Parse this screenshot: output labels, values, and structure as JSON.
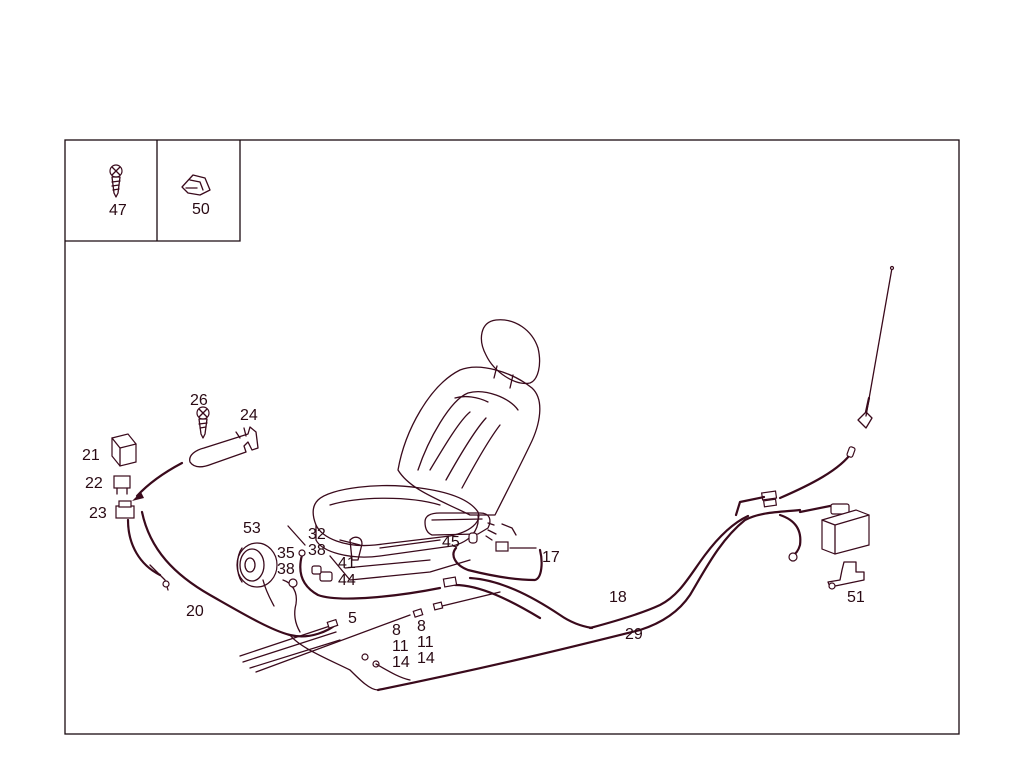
{
  "labels": {
    "p47": "47",
    "p50": "50",
    "p26": "26",
    "p24": "24",
    "p21": "21",
    "p22": "22",
    "p23": "23",
    "p53": "53",
    "p32": "32",
    "p35": "35",
    "p38a": "38",
    "p38b": "38",
    "p41": "41",
    "p44": "44",
    "p45": "45",
    "p17": "17",
    "p20": "20",
    "p5": "5",
    "p8a": "8",
    "p11a": "11",
    "p14a": "14",
    "p8b": "8",
    "p11b": "11",
    "p14b": "14",
    "p18": "18",
    "p29": "29",
    "p51": "51"
  }
}
